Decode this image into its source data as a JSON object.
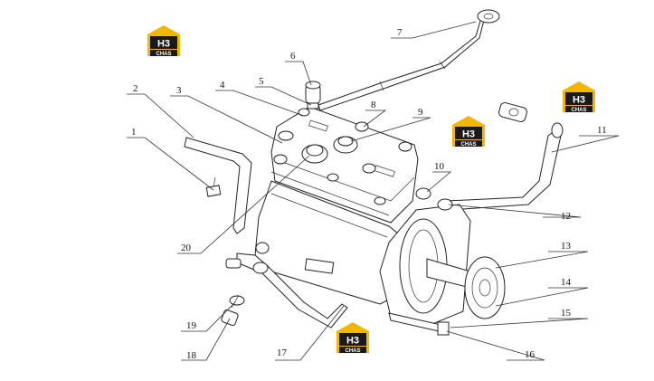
{
  "logo": {
    "mark": "H3",
    "subtitle": "CHAS",
    "badge_color": "#f2b705",
    "box_color": "#1a1a1a"
  },
  "callouts": [
    "1",
    "2",
    "3",
    "4",
    "5",
    "6",
    "7",
    "8",
    "9",
    "10",
    "11",
    "12",
    "13",
    "14",
    "15",
    "16",
    "17",
    "18",
    "19",
    "20"
  ],
  "colors": {
    "line": "#222222",
    "background": "#ffffff"
  }
}
